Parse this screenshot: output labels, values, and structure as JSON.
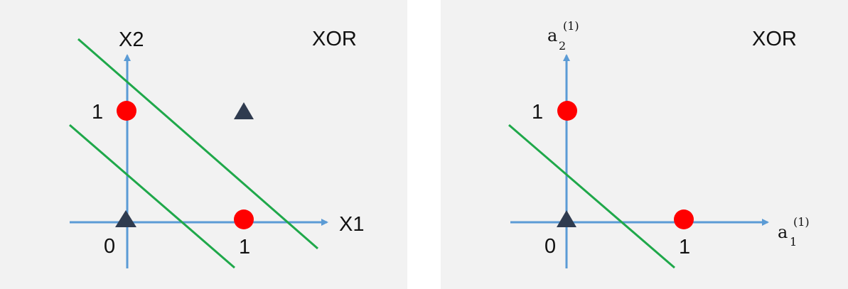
{
  "left_panel": {
    "title": "XOR",
    "x_axis_label": "X1",
    "y_axis_label": "X2",
    "tick_x_zero": "0",
    "tick_x_one": "1",
    "tick_y_one": "1",
    "points": [
      {
        "x": 0,
        "y": 0,
        "marker": "triangle",
        "color": "#2f3b4f"
      },
      {
        "x": 1,
        "y": 1,
        "marker": "triangle",
        "color": "#2f3b4f"
      },
      {
        "x": 0,
        "y": 1,
        "marker": "circle",
        "color": "#ff0000"
      },
      {
        "x": 1,
        "y": 0,
        "marker": "circle",
        "color": "#ff0000"
      }
    ]
  },
  "right_panel": {
    "title": "XOR",
    "x_axis_label": {
      "base": "a",
      "sub": "1",
      "sup": "(1)"
    },
    "y_axis_label": {
      "base": "a",
      "sub": "2",
      "sup": "(1)"
    },
    "tick_x_zero": "0",
    "tick_x_one": "1",
    "tick_y_one": "1",
    "points": [
      {
        "x": 0,
        "y": 0,
        "marker": "triangle",
        "color": "#2f3b4f"
      },
      {
        "x": 0,
        "y": 1,
        "marker": "circle",
        "color": "#ff0000"
      },
      {
        "x": 1,
        "y": 0,
        "marker": "circle",
        "color": "#ff0000"
      }
    ]
  },
  "colors": {
    "axis": "#5b9bd5",
    "boundary": "#1fa84a",
    "triangle": "#2f3b4f",
    "circle": "#ff0000",
    "panel_bg": "#f2f2f2"
  }
}
